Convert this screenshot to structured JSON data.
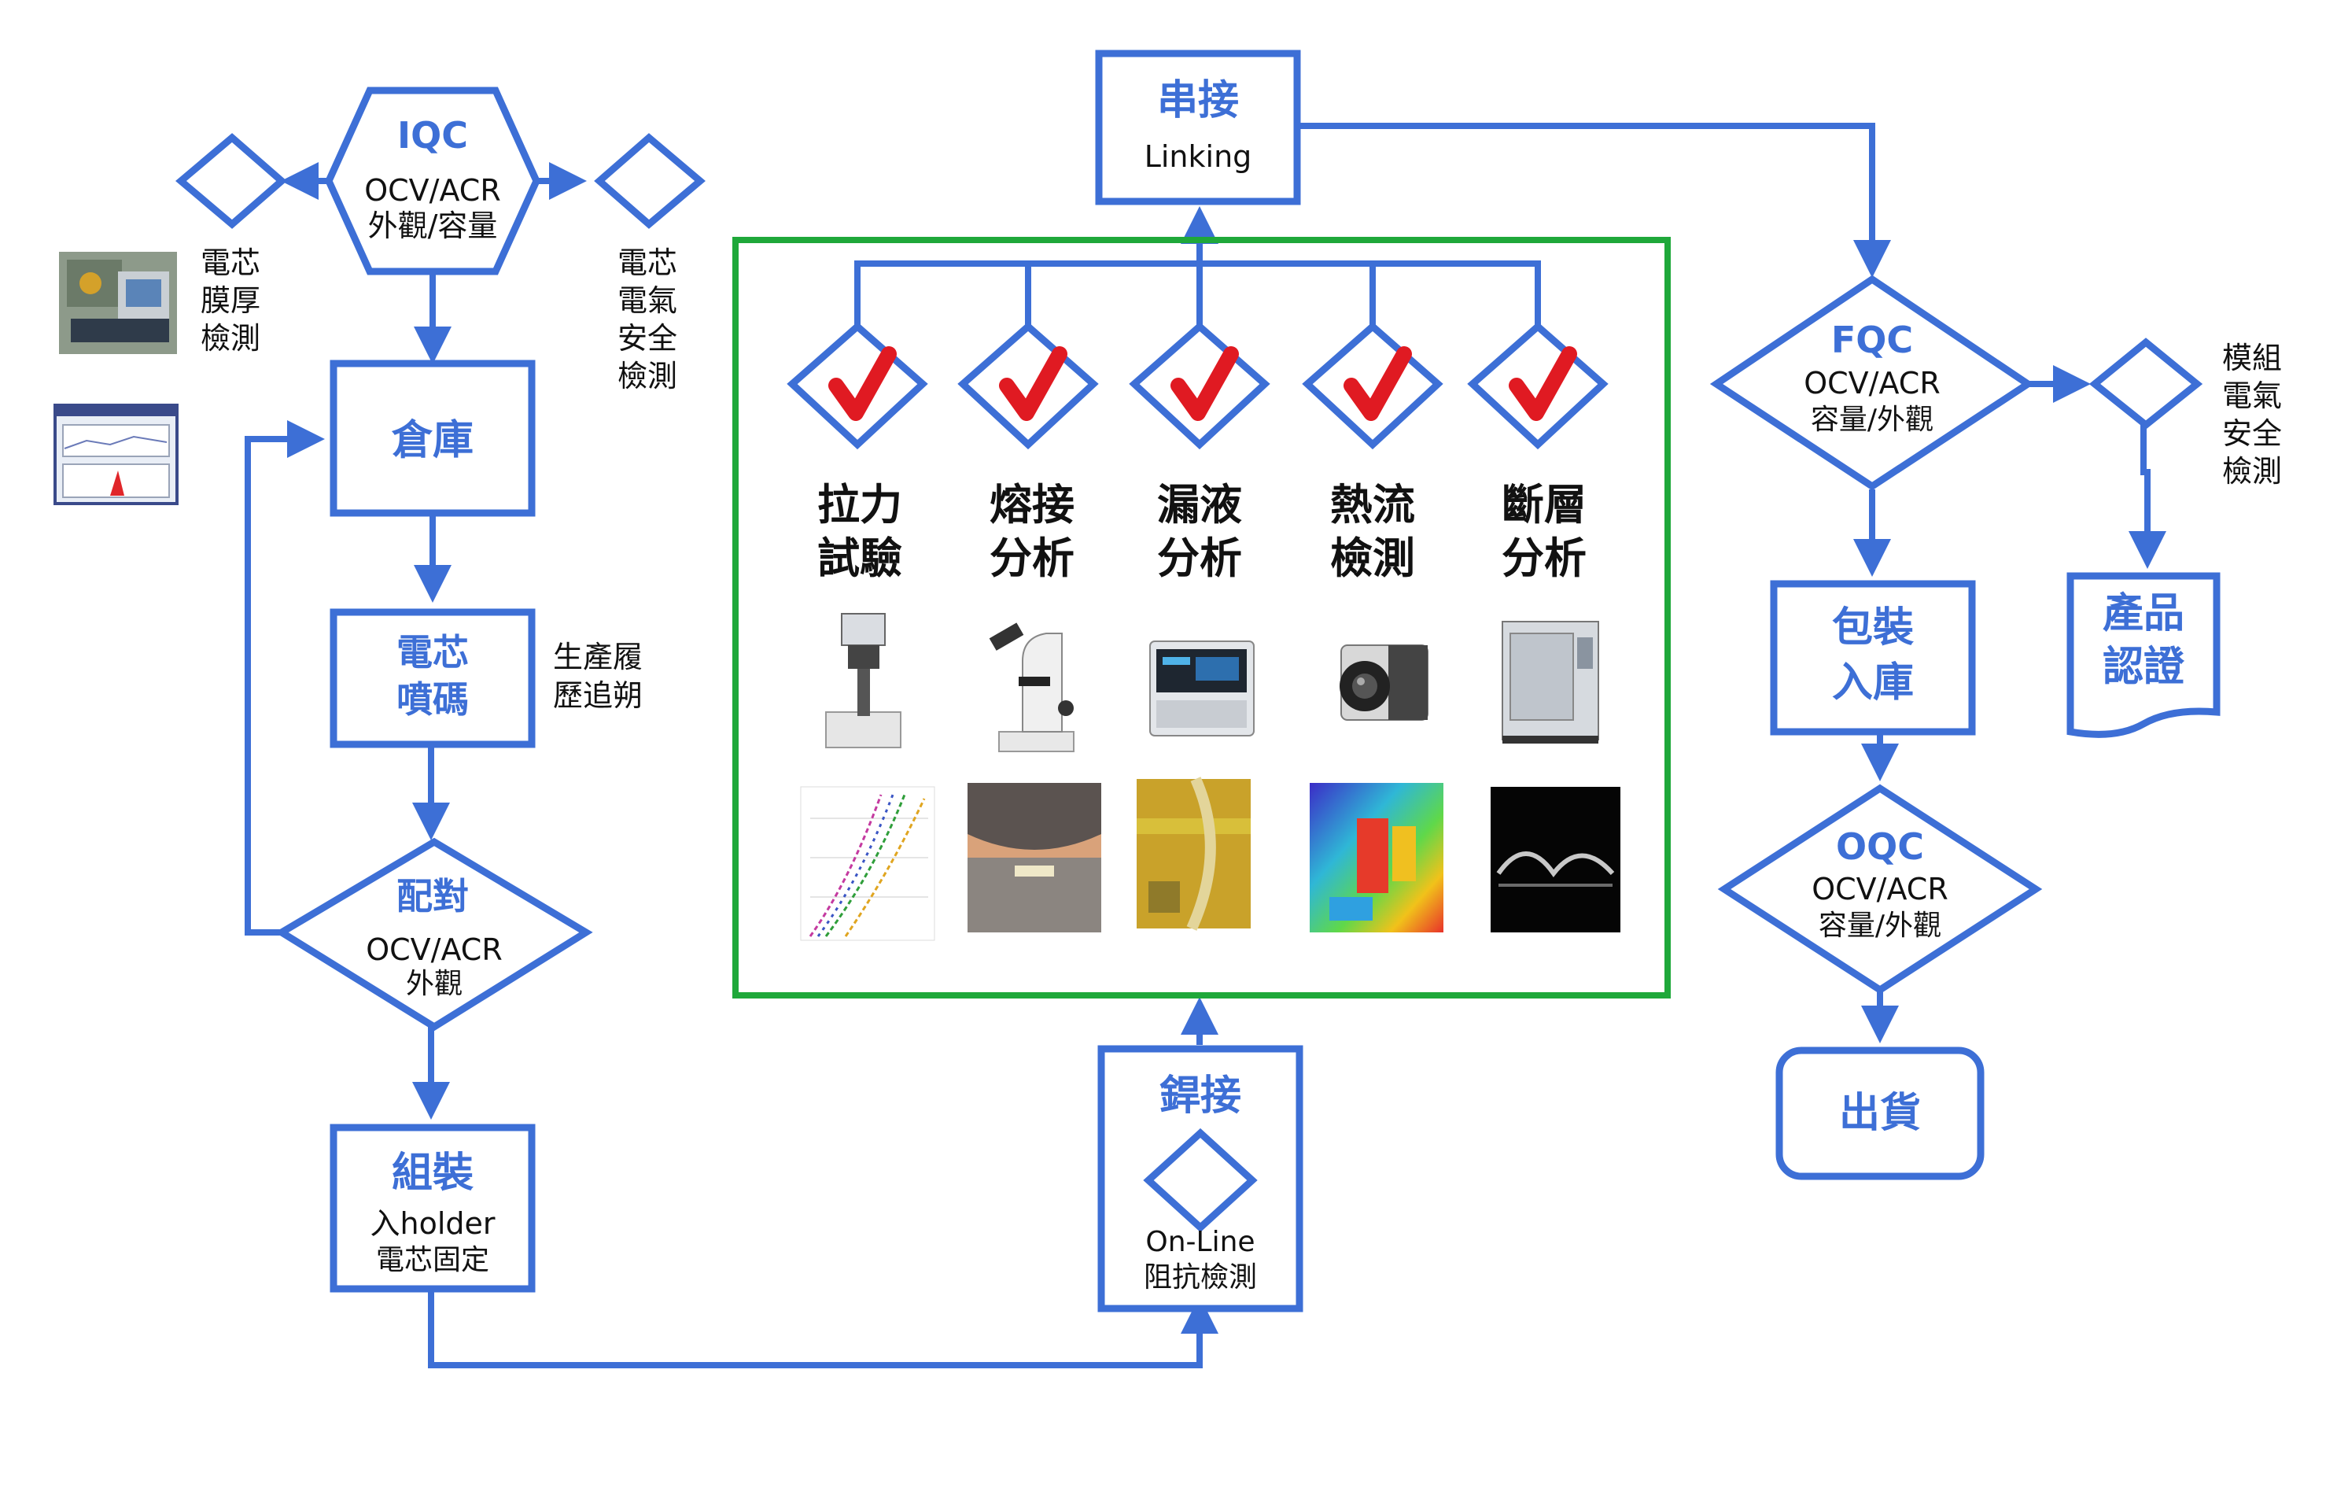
{
  "colors": {
    "primary": "#3d6fd6",
    "test_frame": "#1fa83a",
    "check": "#e01a22",
    "text": "#111111",
    "background": "#ffffff"
  },
  "iqc": {
    "title": "IQC",
    "line1": "OCV/ACR",
    "line2": "外觀/容量"
  },
  "left_inspection": {
    "lines": [
      "電芯",
      "膜厚",
      "檢測"
    ]
  },
  "right_inspection": {
    "lines": [
      "電芯",
      "電氣",
      "安全",
      "檢測"
    ]
  },
  "warehouse": {
    "title": "倉庫"
  },
  "inkjet": {
    "line1": "電芯",
    "line2": "噴碼",
    "note": [
      "生產履",
      "歷追朔"
    ]
  },
  "matching": {
    "title": "配對",
    "line1": "OCV/ACR",
    "line2": "外觀"
  },
  "assembly": {
    "title": "組裝",
    "line1": "入holder",
    "line2": "電芯固定"
  },
  "welding": {
    "title": "銲接",
    "line1": "On-Line",
    "line2": "阻抗檢測"
  },
  "linking": {
    "title": "串接",
    "subtitle": "Linking"
  },
  "tests": [
    {
      "line1": "拉力",
      "line2": "試驗",
      "equipment_icon": "tensile-tester-icon",
      "sample_icon": "tensile-curve-chart"
    },
    {
      "line1": "熔接",
      "line2": "分析",
      "equipment_icon": "microscope-icon",
      "sample_icon": "weld-cross-section"
    },
    {
      "line1": "漏液",
      "line2": "分析",
      "equipment_icon": "leak-tester-icon",
      "sample_icon": "leak-sample-image"
    },
    {
      "line1": "熱流",
      "line2": "檢測",
      "equipment_icon": "thermal-camera-icon",
      "sample_icon": "thermal-map-image"
    },
    {
      "line1": "斷層",
      "line2": "分析",
      "equipment_icon": "ct-scanner-icon",
      "sample_icon": "ct-slice-image"
    }
  ],
  "fqc": {
    "title": "FQC",
    "line1": "OCV/ACR",
    "line2": "容量/外觀"
  },
  "module_inspection": {
    "lines": [
      "模組",
      "電氣",
      "安全",
      "檢測"
    ]
  },
  "certification": {
    "line1": "產品",
    "line2": "認證"
  },
  "packaging": {
    "line1": "包裝",
    "line2": "入庫"
  },
  "oqc": {
    "title": "OQC",
    "line1": "OCV/ACR",
    "line2": "容量/外觀"
  },
  "shipping": {
    "title": "出貨"
  }
}
